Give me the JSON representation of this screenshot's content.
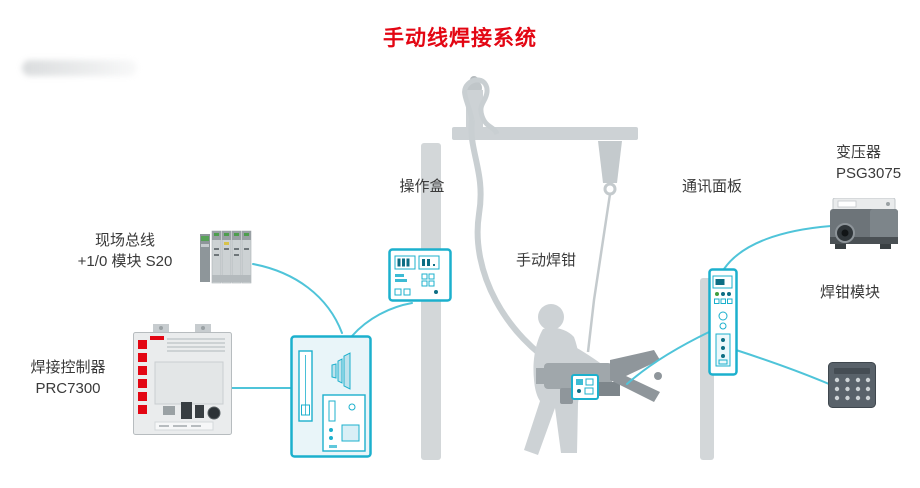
{
  "title": "手动线焊接系统",
  "components": {
    "fieldbus": {
      "label_line1": "现场总线",
      "label_line2": "+1/0 模块 S20"
    },
    "controller": {
      "label_line1": "焊接控制器",
      "label_line2": "PRC7300"
    },
    "operation_box": {
      "label": "操作盒"
    },
    "manual_gun": {
      "label": "手动焊钳"
    },
    "comm_panel": {
      "label": "通讯面板"
    },
    "transformer": {
      "label_line1": "变压器",
      "label_line2": "PSG3075"
    },
    "gun_module": {
      "label": "焊钳模块"
    }
  },
  "colors": {
    "title_red": "#e30613",
    "device_cyan": "#1cb0cd",
    "cable_cyan": "#4fc4d9",
    "silhouette_gray": "#cdd2d5",
    "label_text": "#3a3a3a",
    "brand_red": "#e30613"
  }
}
